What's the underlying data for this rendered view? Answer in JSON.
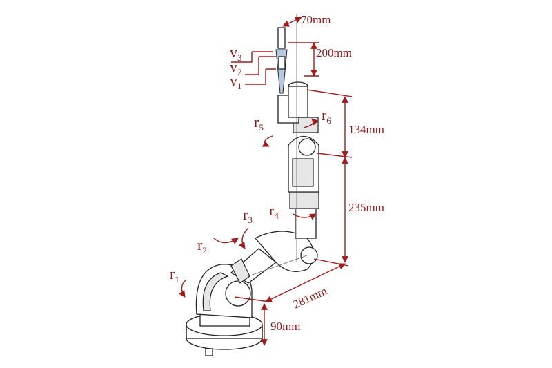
{
  "colors": {
    "annotation": "#8e1a1a",
    "outline": "#222222",
    "tool": "#b8c8e0"
  },
  "dimensions": {
    "tool_width": "70mm",
    "tool_length": "200mm",
    "wrist": "134mm",
    "forearm": "235mm",
    "upper_arm": "281mm",
    "base": "90mm"
  },
  "velocities": [
    {
      "sym": "v",
      "sub": "3"
    },
    {
      "sym": "v",
      "sub": "2"
    },
    {
      "sym": "v",
      "sub": "1"
    }
  ],
  "rotations": [
    {
      "sym": "r",
      "sub": "1"
    },
    {
      "sym": "r",
      "sub": "2"
    },
    {
      "sym": "r",
      "sub": "3"
    },
    {
      "sym": "r",
      "sub": "4"
    },
    {
      "sym": "r",
      "sub": "5"
    },
    {
      "sym": "r",
      "sub": "6"
    }
  ]
}
